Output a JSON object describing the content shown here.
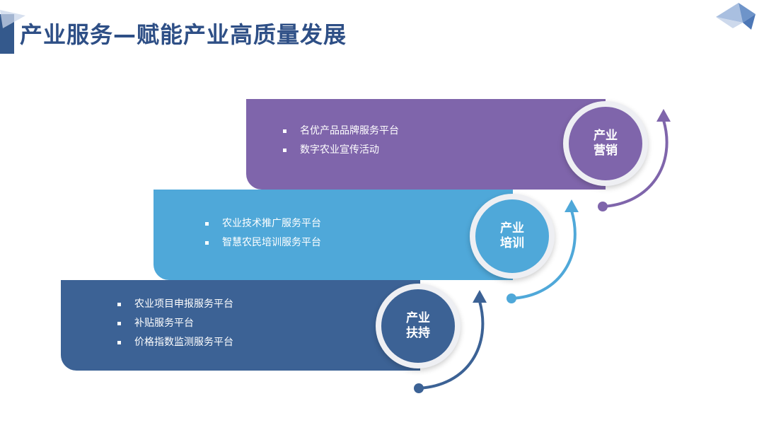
{
  "title": "产业服务—赋能产业高质量发展",
  "stages": [
    {
      "label_line1": "产业",
      "label_line2": "营销",
      "color": "#7f65ab",
      "items": [
        "名优产品品牌服务平台",
        "数字农业宣传活动"
      ]
    },
    {
      "label_line1": "产业",
      "label_line2": "培训",
      "color": "#4fa8d9",
      "items": [
        "农业技术推广服务平台",
        "智慧农民培训服务平台"
      ]
    },
    {
      "label_line1": "产业",
      "label_line2": "扶持",
      "color": "#3c6295",
      "items": [
        "农业项目申报服务平台",
        "补贴服务平台",
        "价格指数监测服务平台"
      ]
    }
  ]
}
